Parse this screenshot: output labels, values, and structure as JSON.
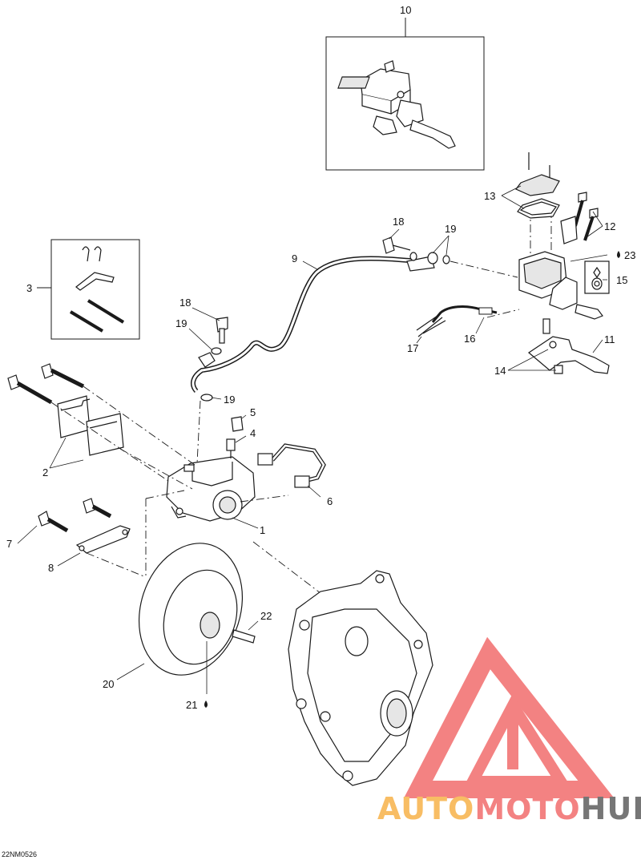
{
  "diagram": {
    "reference_code": "22NM0526",
    "callouts": {
      "c1": "1",
      "c2": "2",
      "c3": "3",
      "c4": "4",
      "c5": "5",
      "c6": "6",
      "c7": "7",
      "c8": "8",
      "c9": "9",
      "c10": "10",
      "c11": "11",
      "c12": "12",
      "c13": "13",
      "c14": "14",
      "c15": "15",
      "c16": "16",
      "c17": "17",
      "c18a": "18",
      "c18b": "18",
      "c19a": "19",
      "c19b": "19",
      "c19c": "19",
      "c20": "20",
      "c21": "21",
      "c22": "22",
      "c23": "23"
    },
    "colors": {
      "line": "#1a1a1a",
      "part_fill": "#ffffff",
      "part_shade": "#d8d8d8",
      "watermark_red": "#f26d6d",
      "watermark_orange": "#f7b24a",
      "watermark_gray": "#5f5f5f"
    }
  },
  "watermark": {
    "brand_part1": "AUTO",
    "brand_part2": "MOTO",
    "brand_part3": "HUB",
    "logo_icon": "triangle-logo-icon"
  }
}
